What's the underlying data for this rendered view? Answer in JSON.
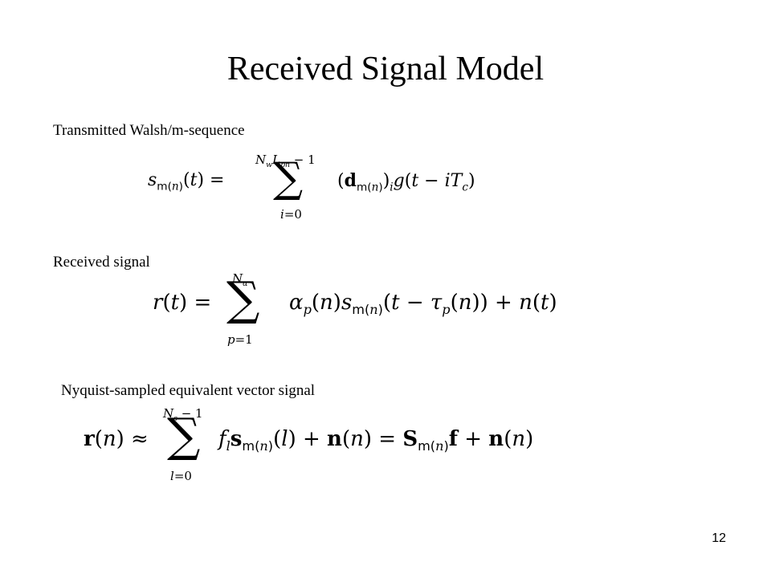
{
  "slide": {
    "title": "Received Signal Model",
    "page_number": "12"
  },
  "sections": {
    "transmitted": {
      "label": "Transmitted Walsh/m-sequence"
    },
    "received": {
      "label": "Received signal"
    },
    "nyquist": {
      "label": "Nyquist-sampled equivalent vector signal"
    }
  }
}
